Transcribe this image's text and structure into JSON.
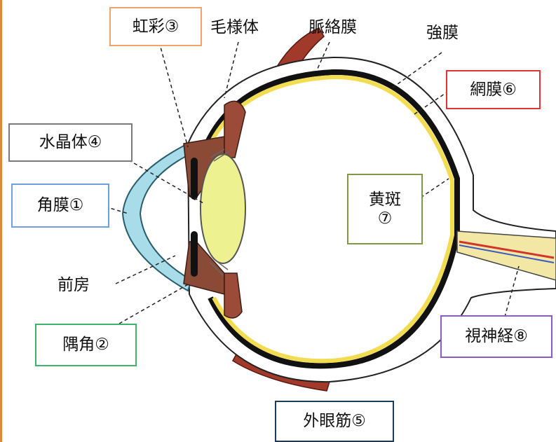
{
  "labels": {
    "iris": {
      "text": "虹彩③",
      "color": "#f0a46a"
    },
    "lens": {
      "text": "水晶体④",
      "color": "#7a7a7a"
    },
    "cornea": {
      "text": "角膜①",
      "color": "#6f9fdc"
    },
    "angle": {
      "text": "隅角②",
      "color": "#3cb56a"
    },
    "extraocular_muscle": {
      "text": "外眼筋⑤",
      "color": "#1f3b57"
    },
    "retina": {
      "text": "網膜⑥",
      "color": "#e0342f"
    },
    "macula": {
      "text": "黄斑\n⑦",
      "color": "#7f9a44"
    },
    "optic_nerve": {
      "text": "視神経⑧",
      "color": "#8a5cc4"
    }
  },
  "plain_labels": {
    "ciliary_body": "毛様体",
    "choroid": "脈絡膜",
    "sclera": "強膜",
    "anterior_chamber": "前房"
  }
}
